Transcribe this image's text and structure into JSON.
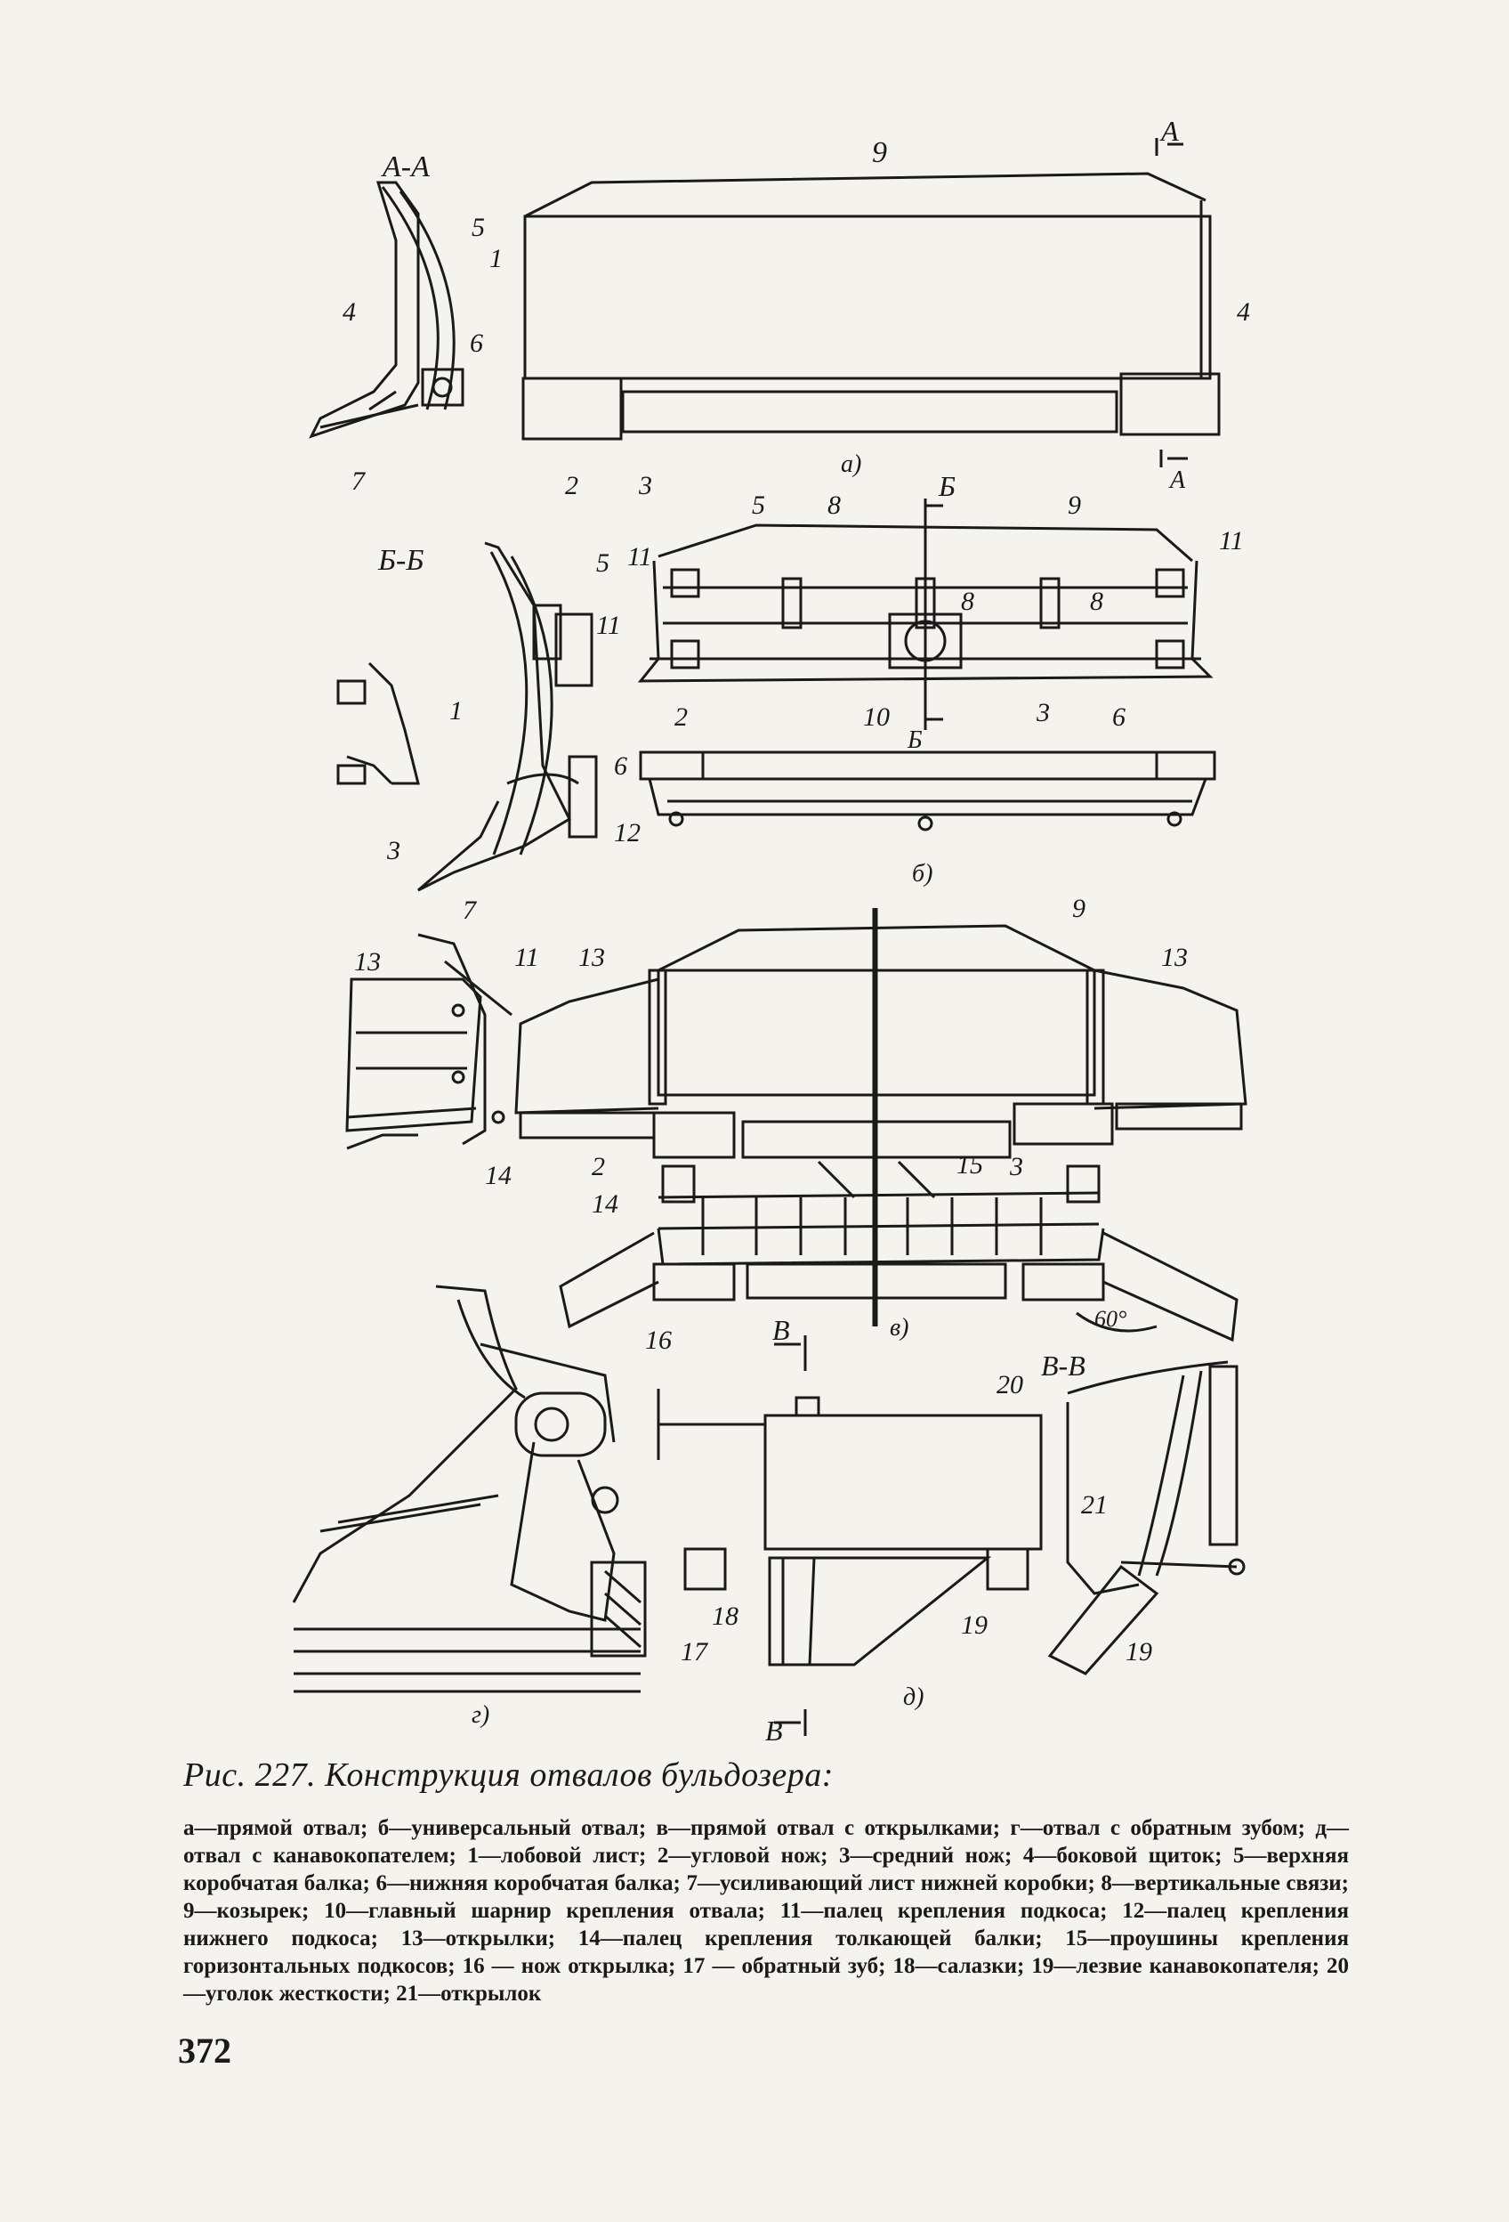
{
  "figure": {
    "labels": {
      "section_aa": "A-A",
      "section_bb": "Б-Б",
      "section_vv": "В-В",
      "mark_a": "А",
      "mark_b": "Б",
      "mark_v": "В",
      "view_a": "а)",
      "view_b": "б)",
      "view_v": "в)",
      "view_g": "г)",
      "view_d": "д)",
      "angle": "60°"
    },
    "numbers": [
      "1",
      "2",
      "3",
      "4",
      "5",
      "6",
      "7",
      "8",
      "9",
      "10",
      "11",
      "12",
      "13",
      "14",
      "15",
      "16",
      "17",
      "18",
      "19",
      "20",
      "21"
    ]
  },
  "caption": {
    "title": "Рис. 227. Конструкция отвалов бульдозера:",
    "body": "а—прямой отвал; б—универсальный отвал; в—прямой отвал с открылками; г—отвал с обратным зубом; д—отвал с канавокопателем; 1—лобовой лист; 2—угловой нож; 3—средний нож; 4—боковой щиток; 5—верхняя коробчатая балка; 6—нижняя коробчатая балка; 7—усиливающий лист нижней коробки; 8—вертикальные связи; 9—козырек; 10—главный шарнир крепления отвала; 11—палец крепления подкоса; 12—палец крепления нижнего подкоса; 13—открылки; 14—палец крепления толкающей балки; 15—проушины крепления горизонтальных подкосов; 16 — нож открылка; 17 — обратный зуб; 18—салазки; 19—лезвие канавокопателя; 20—уголок жесткости; 21—открылок"
  },
  "page_number": "372"
}
